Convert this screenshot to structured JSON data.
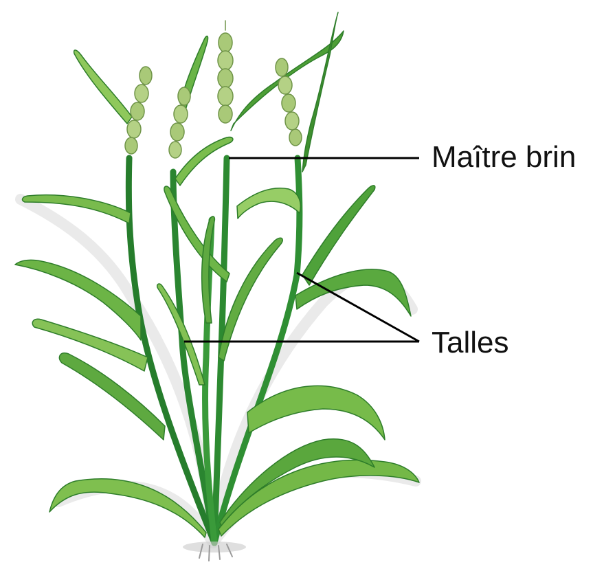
{
  "diagram": {
    "labels": {
      "main_stem": "Maître brin",
      "tillers": "Talles"
    },
    "colors": {
      "leaf_light": "#8fc95a",
      "leaf_mid": "#4ea83a",
      "leaf_dark": "#1f7a2a",
      "ear": "#a9c978",
      "ear_outline": "#6f9448",
      "leader_line": "#000000",
      "halo": "#d7d7d7"
    },
    "icons": {
      "plant": "wheat-plant-illustration"
    }
  }
}
